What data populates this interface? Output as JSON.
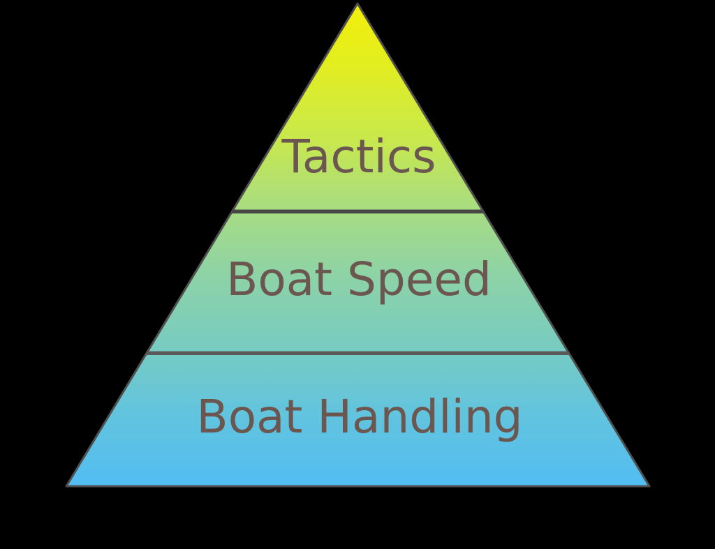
{
  "figure": {
    "type": "pyramid-diagram",
    "background_color": "#000000",
    "outline_color": "#4f4f4f",
    "text_color": "#6b5750",
    "divider_color": "#4a4a4a",
    "gradient": {
      "top_color": "#eaee18",
      "upper_mid_color": "#b9e36c",
      "mid_color": "#8fd5a0",
      "lower_mid_color": "#6ecad4",
      "bottom_color": "#55bdf0"
    },
    "tiers": [
      {
        "level": 1,
        "position": "top",
        "label": "Tactics",
        "fill_color": "#d6ec3e"
      },
      {
        "level": 2,
        "position": "middle",
        "label": "Boat Speed",
        "fill_color": "#9ad893"
      },
      {
        "level": 3,
        "position": "bottom",
        "label": "Boat Handling",
        "fill_color": "#69c8d8"
      }
    ]
  },
  "chart_data": {
    "type": "pyramid",
    "title": "",
    "categories": [
      "Tactics",
      "Boat Speed",
      "Boat Handling"
    ],
    "values": [
      1,
      2,
      3
    ],
    "order": "top-to-bottom",
    "xlabel": "",
    "ylabel": "",
    "legend": "none",
    "grid": false
  }
}
